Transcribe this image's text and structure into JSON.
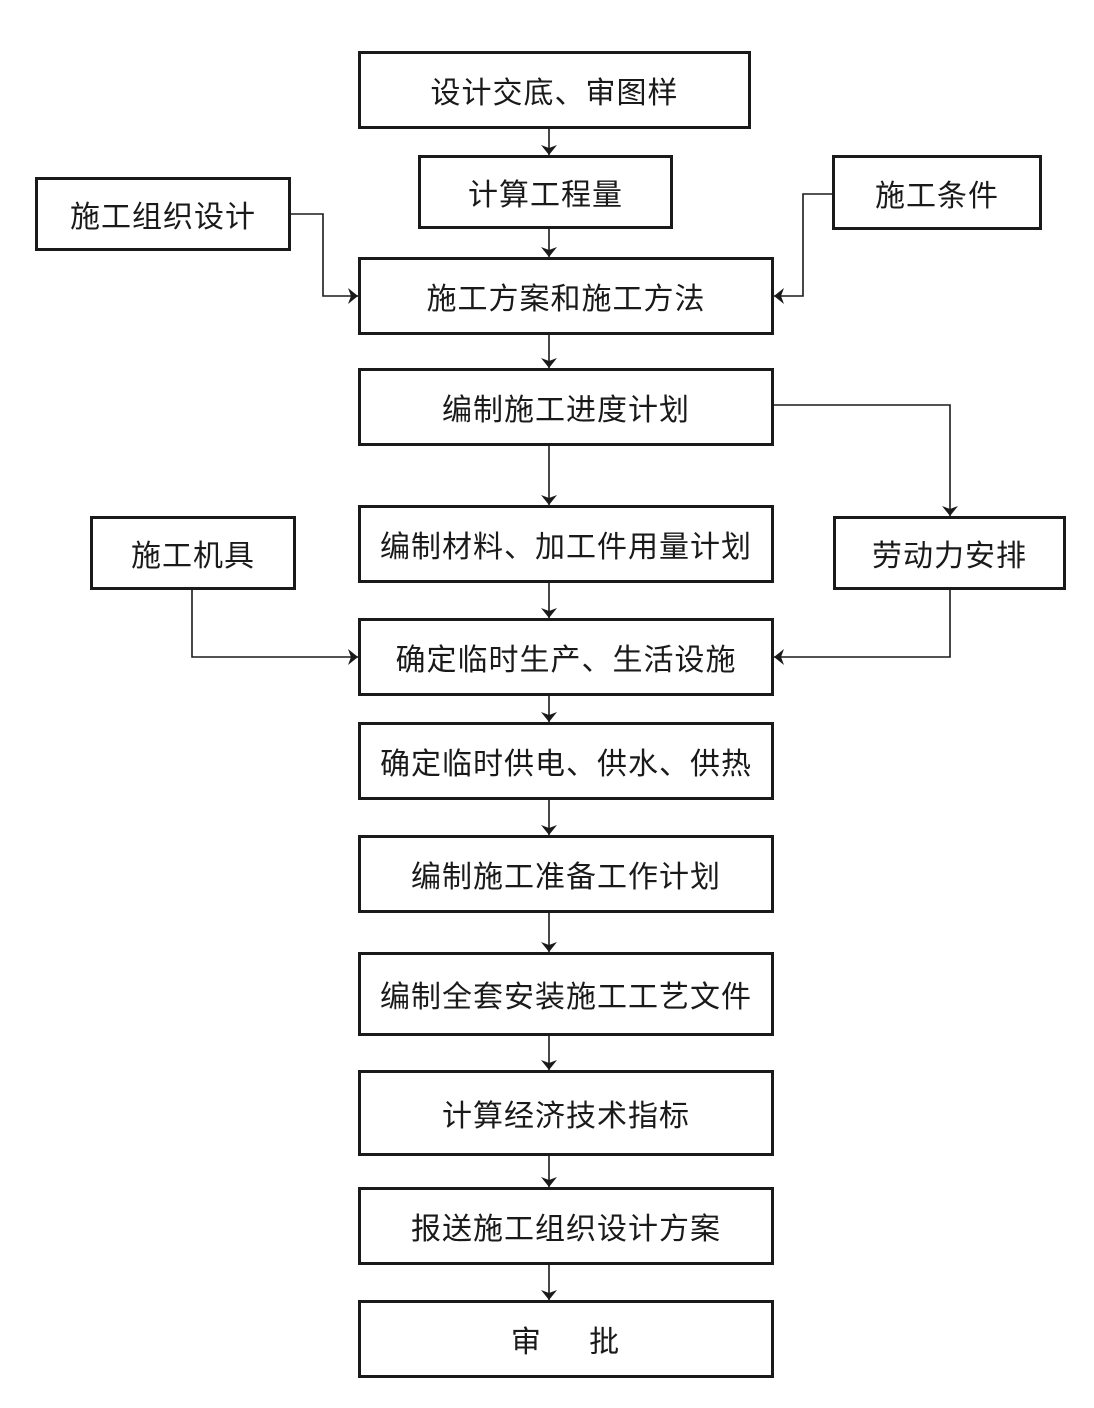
{
  "diagram": {
    "nodes": {
      "design_disclosure": "设计交底、审图样",
      "quantities": "计算工程量",
      "org_design": "施工组织设计",
      "conditions": "施工条件",
      "scheme_method": "施工方案和施工方法",
      "schedule": "编制施工进度计划",
      "materials_plan": "编制材料、加工件用量计划",
      "machinery": "施工机具",
      "labor": "劳动力安排",
      "temp_facilities": "确定临时生产、生活设施",
      "utilities": "确定临时供电、供水、供热",
      "prep_plan": "编制施工准备工作计划",
      "process_docs": "编制全套安装施工工艺文件",
      "econ_indicators": "计算经济技术指标",
      "submit": "报送施工组织设计方案",
      "approve": "审    批"
    },
    "edges": [
      {
        "from": "design_disclosure",
        "to": "quantities"
      },
      {
        "from": "quantities",
        "to": "scheme_method"
      },
      {
        "from": "org_design",
        "to": "scheme_method"
      },
      {
        "from": "conditions",
        "to": "scheme_method"
      },
      {
        "from": "scheme_method",
        "to": "schedule"
      },
      {
        "from": "schedule",
        "to": "materials_plan"
      },
      {
        "from": "schedule",
        "to": "labor"
      },
      {
        "from": "materials_plan",
        "to": "temp_facilities"
      },
      {
        "from": "machinery",
        "to": "temp_facilities"
      },
      {
        "from": "labor",
        "to": "temp_facilities"
      },
      {
        "from": "temp_facilities",
        "to": "utilities"
      },
      {
        "from": "utilities",
        "to": "prep_plan"
      },
      {
        "from": "prep_plan",
        "to": "process_docs"
      },
      {
        "from": "process_docs",
        "to": "econ_indicators"
      },
      {
        "from": "econ_indicators",
        "to": "submit"
      },
      {
        "from": "submit",
        "to": "approve"
      }
    ],
    "colors": {
      "line": "#1a1a1a",
      "box_fill": "#ffffff"
    }
  }
}
